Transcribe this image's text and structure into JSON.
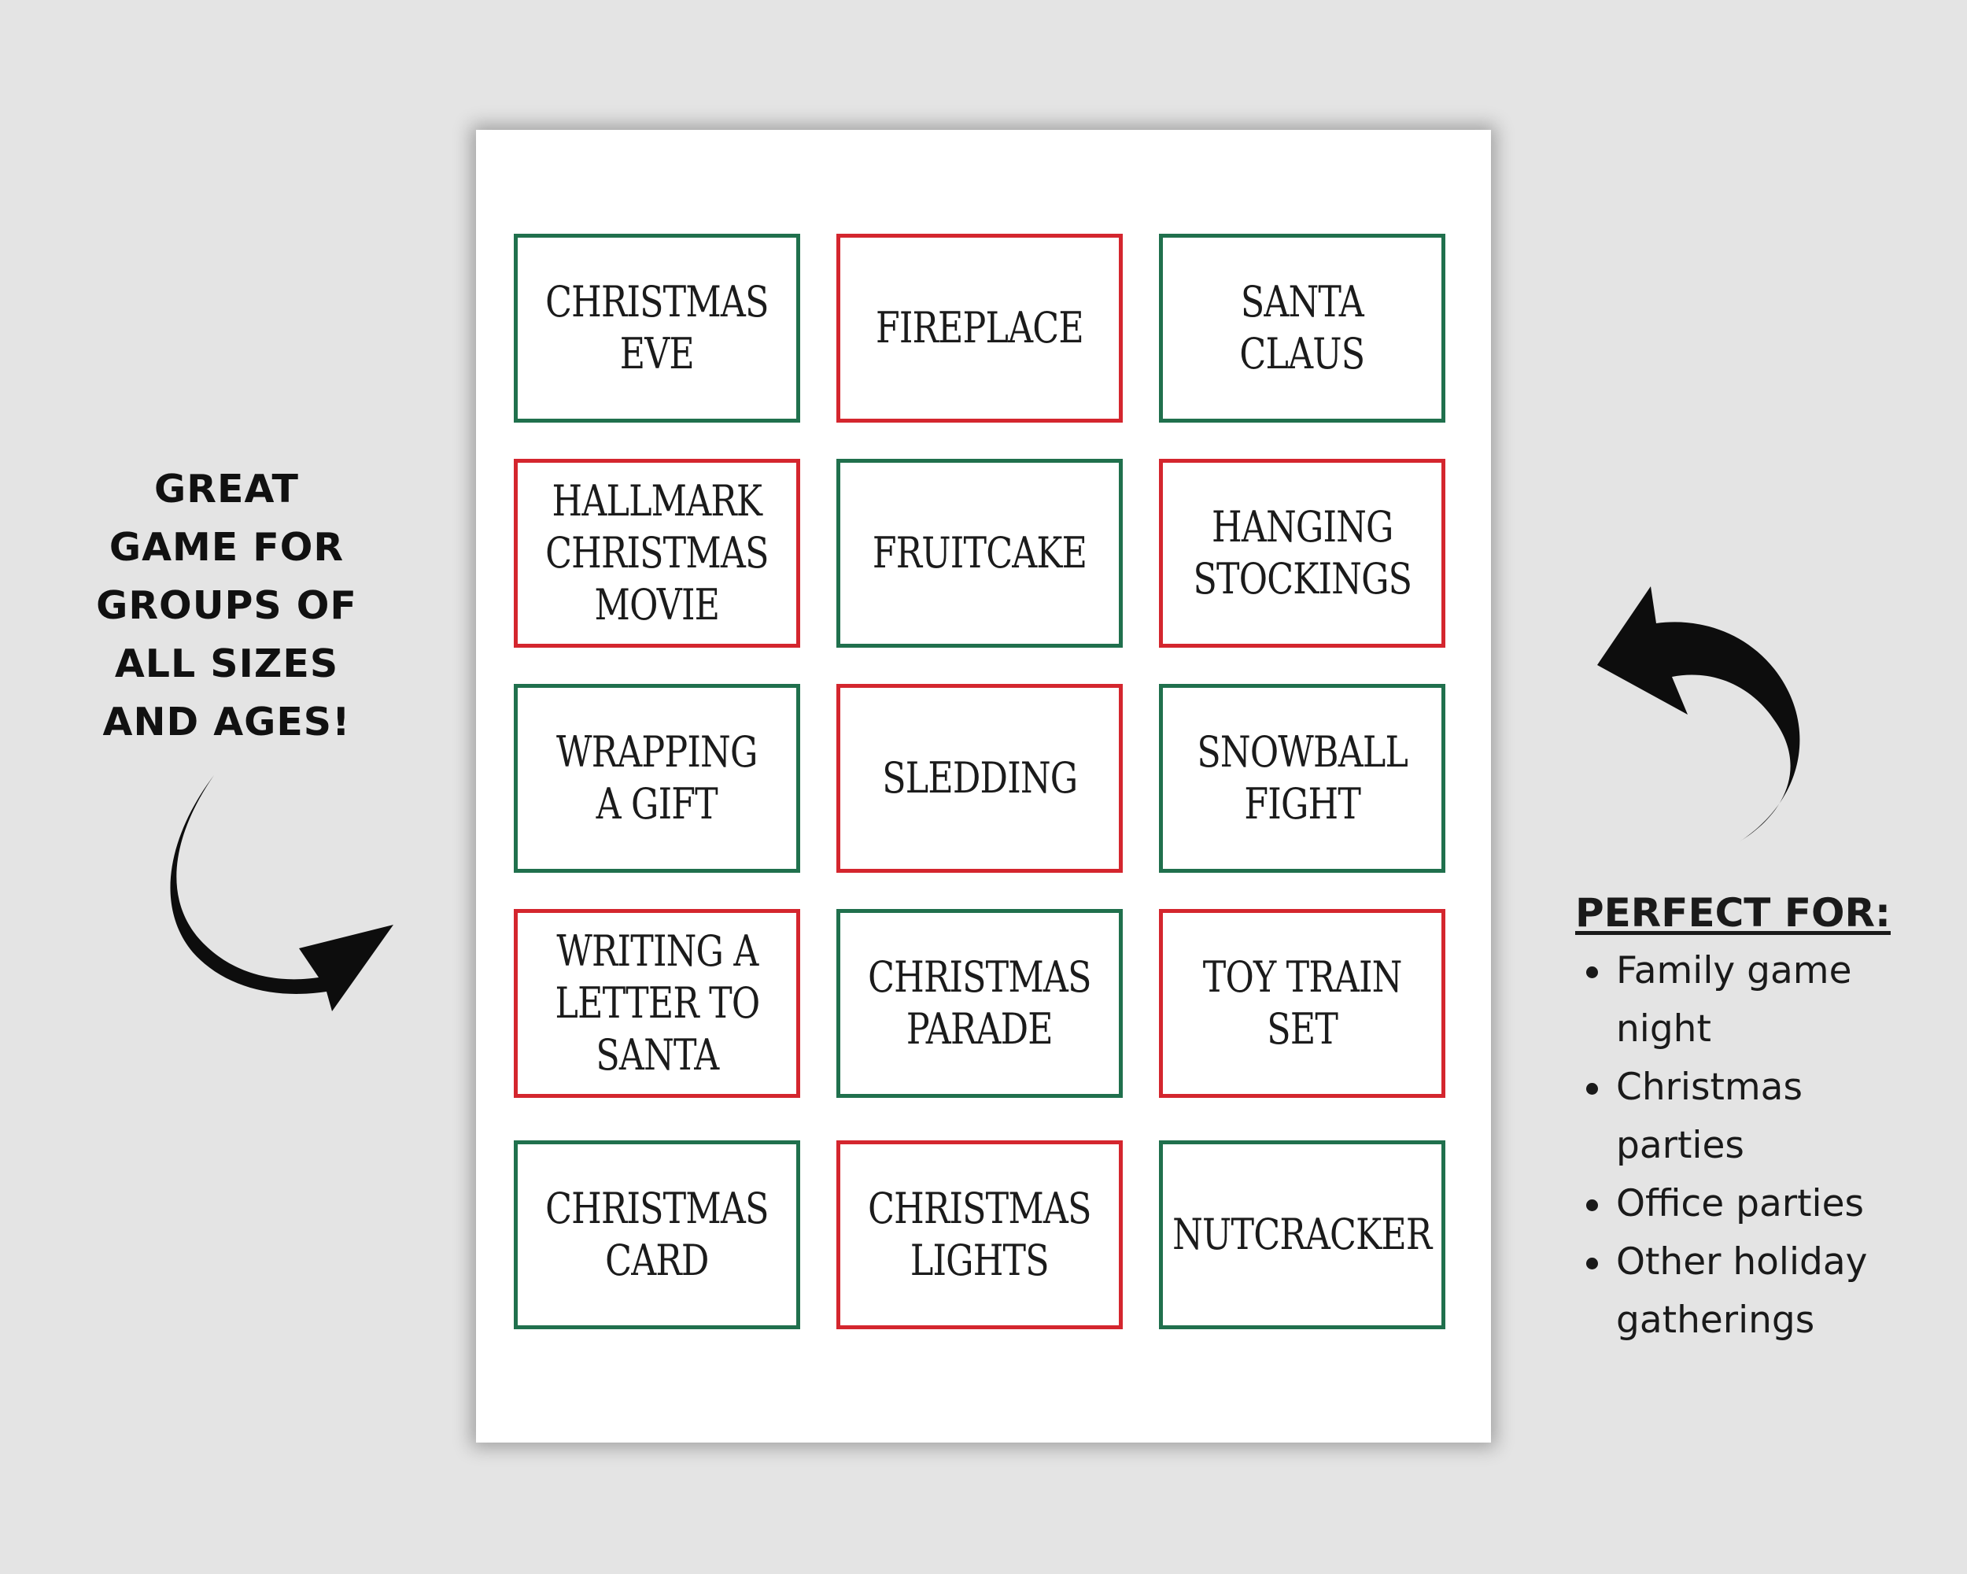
{
  "left_caption": {
    "lines": [
      "GREAT",
      "GAME FOR",
      "GROUPS OF",
      "ALL SIZES",
      "AND AGES!"
    ]
  },
  "cards": [
    {
      "lines": [
        "CHRISTMAS",
        "EVE"
      ],
      "border": "green"
    },
    {
      "lines": [
        "FIREPLACE"
      ],
      "border": "red"
    },
    {
      "lines": [
        "SANTA",
        "CLAUS"
      ],
      "border": "green"
    },
    {
      "lines": [
        "HALLMARK",
        "CHRISTMAS",
        "MOVIE"
      ],
      "border": "red"
    },
    {
      "lines": [
        "FRUITCAKE"
      ],
      "border": "green"
    },
    {
      "lines": [
        "HANGING",
        "STOCKINGS"
      ],
      "border": "red"
    },
    {
      "lines": [
        "WRAPPING",
        "A GIFT"
      ],
      "border": "green"
    },
    {
      "lines": [
        "SLEDDING"
      ],
      "border": "red"
    },
    {
      "lines": [
        "SNOWBALL",
        "FIGHT"
      ],
      "border": "green"
    },
    {
      "lines": [
        "WRITING A",
        "LETTER TO",
        "SANTA"
      ],
      "border": "red"
    },
    {
      "lines": [
        "CHRISTMAS",
        "PARADE"
      ],
      "border": "green"
    },
    {
      "lines": [
        "TOY TRAIN",
        "SET"
      ],
      "border": "red"
    },
    {
      "lines": [
        "CHRISTMAS",
        "CARD"
      ],
      "border": "green"
    },
    {
      "lines": [
        "CHRISTMAS",
        "LIGHTS"
      ],
      "border": "red"
    },
    {
      "lines": [
        "NUTCRACKER"
      ],
      "border": "green"
    }
  ],
  "perfect_for": {
    "title": "PERFECT FOR:",
    "items": [
      [
        "Family game",
        "night"
      ],
      [
        "Christmas",
        "parties"
      ],
      [
        "Office parties"
      ],
      [
        "Other holiday",
        "gatherings"
      ]
    ]
  },
  "colors": {
    "background": "#e4e4e4",
    "green_border": "#20704d",
    "red_border": "#d4262e",
    "text": "#1a1a1a"
  },
  "icons": [
    "curved-arrow-right-icon",
    "curved-arrow-left-icon"
  ]
}
